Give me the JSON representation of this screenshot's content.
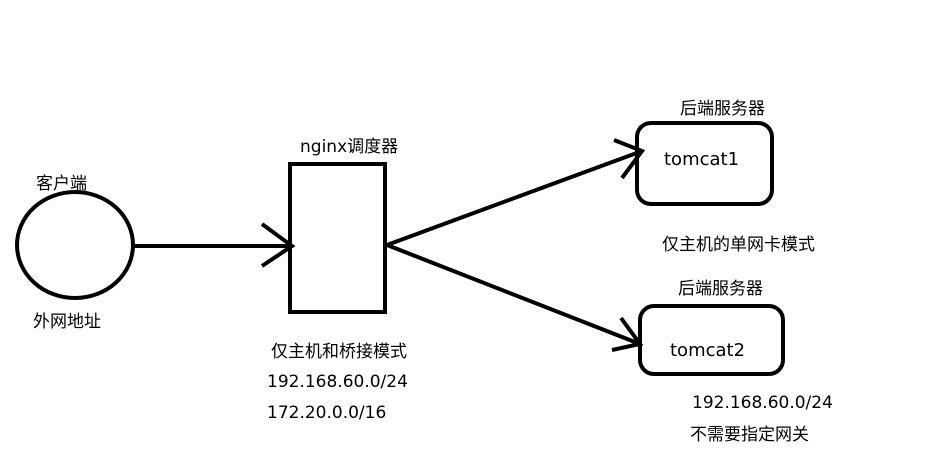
{
  "colors": {
    "background": "#ffffff",
    "stroke": "#000000"
  },
  "client": {
    "title": "客户端",
    "caption": "外网地址"
  },
  "scheduler": {
    "title": "nginx调度器",
    "mode": "仅主机和桥接模式",
    "ip_internal": "192.168.60.0/24",
    "ip_external": "172.20.0.0/16"
  },
  "backend1": {
    "title": "后端服务器",
    "name": "tomcat1",
    "note": "仅主机的单网卡模式"
  },
  "backend2": {
    "title": "后端服务器",
    "name": "tomcat2",
    "ip": "192.168.60.0/24",
    "note": "不需要指定网关"
  }
}
